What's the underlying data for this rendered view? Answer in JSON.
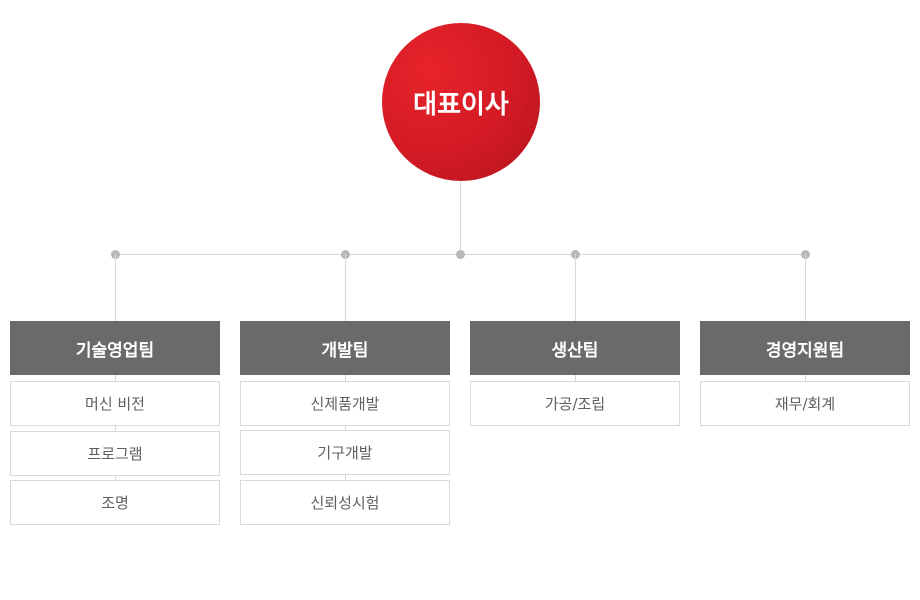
{
  "root": {
    "label": "대표이사"
  },
  "teams": [
    {
      "name": "기술영업팀",
      "items": [
        "머신 비전",
        "프로그램",
        "조명"
      ]
    },
    {
      "name": "개발팀",
      "items": [
        "신제품개발",
        "기구개발",
        "신뢰성시험"
      ]
    },
    {
      "name": "생산팀",
      "items": [
        "가공/조립"
      ]
    },
    {
      "name": "경영지원팀",
      "items": [
        "재무/회계"
      ]
    }
  ],
  "colors": {
    "root_fill": "#d21a24",
    "team_header_fill": "#6a6a6a",
    "connector": "#d7d7d7",
    "node_dot": "#b8b8b8"
  }
}
